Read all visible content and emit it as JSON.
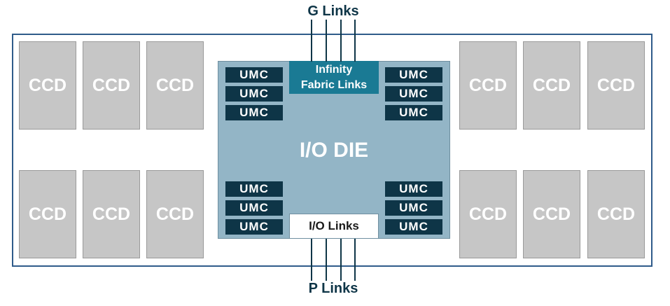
{
  "ccd_label": "CCD",
  "io_die_label": "I/O DIE",
  "umc_label": "UMC",
  "infinity_fabric": {
    "line1": "Infinity",
    "line2": "Fabric Links"
  },
  "io_links_label": "I/O Links",
  "g_links_label": "G Links",
  "p_links_label": "P Links",
  "colors": {
    "package_border": "#2f5b8a",
    "ccd_fill": "#c6c6c6",
    "io_die_fill": "#93b5c6",
    "umc_fill": "#0e3547",
    "infinity_fabric_fill": "#1a7a94",
    "wire": "#0e3547"
  }
}
